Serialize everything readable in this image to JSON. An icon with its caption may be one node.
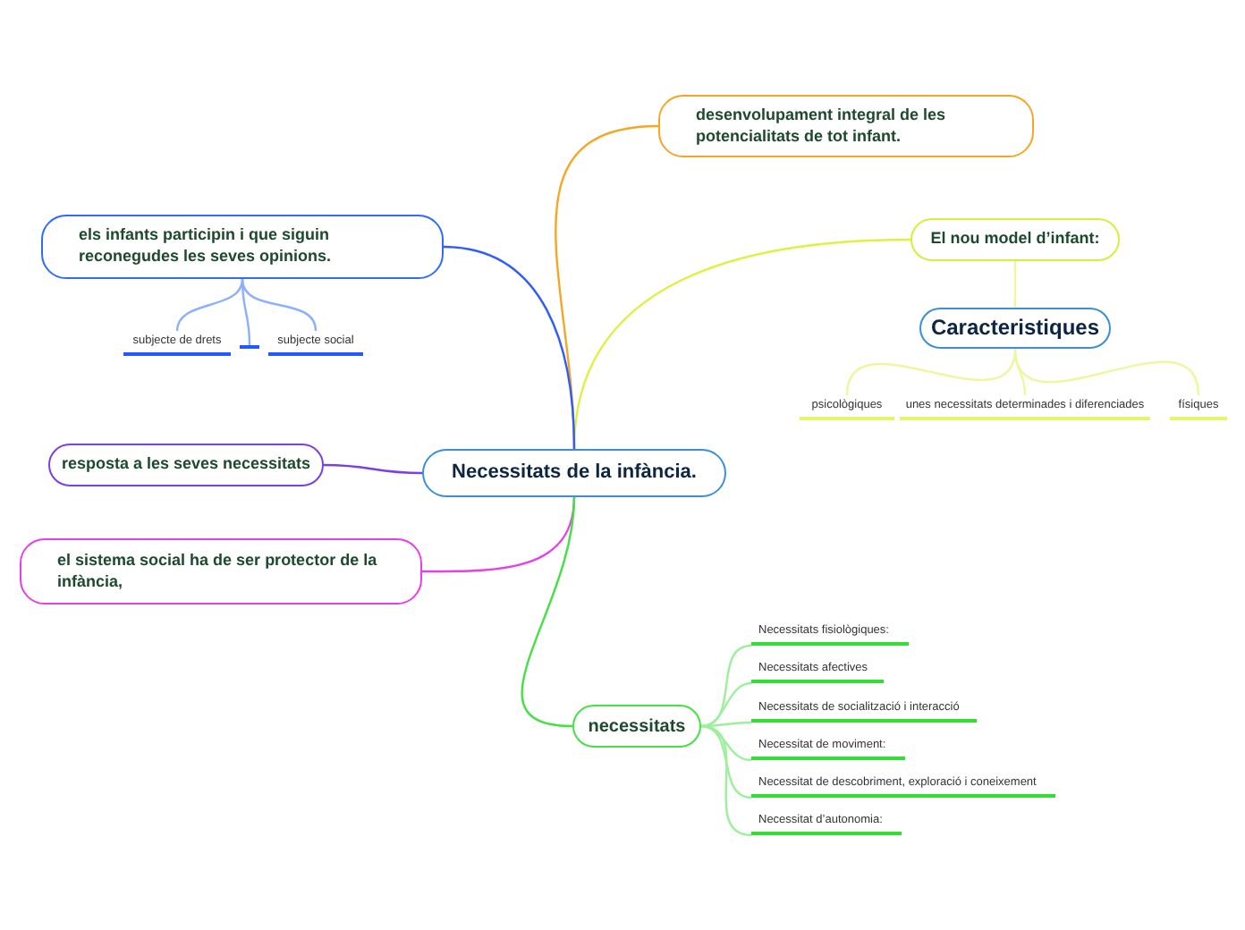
{
  "diagram": {
    "nodes": [
      {
        "text": [
          "Necessitats de la infància."
        ]
      },
      {
        "text": [
          "desenvolupament integral de les potencialitats de tot infant."
        ]
      },
      {
        "text": [
          "El nou model d’infant:"
        ]
      },
      {
        "text": [
          "Caracteristiques"
        ]
      },
      {
        "text": [
          "psicològiques"
        ]
      },
      {
        "text": [
          "unes necessitats determinades i diferenciades"
        ]
      },
      {
        "text": [
          "físiques"
        ]
      },
      {
        "text": [
          "els infants participin i que siguin reconegudes les seves opinions."
        ]
      },
      {
        "text": [
          "subjecte de drets"
        ]
      },
      {
        "text": [],
        "shape": "bar"
      },
      {
        "text": [
          "subjecte social"
        ]
      },
      {
        "text": [
          "resposta a les seves necessitats"
        ]
      },
      {
        "text": [
          "el sistema social ha de ser protector de la infància,"
        ]
      },
      {
        "text": [
          "necessitats"
        ]
      },
      {
        "text": [
          "Necessitats fisiològiques:"
        ]
      },
      {
        "text": [
          "Necessitats afectives"
        ]
      },
      {
        "text": [
          "Necessitats de socialització i interacció"
        ]
      },
      {
        "text": [
          "Necessitat de moviment:"
        ]
      },
      {
        "text": [
          "Necessitat de descobriment, exploració i coneixement"
        ]
      },
      {
        "text": [
          "Necessitat d’autonomia:"
        ]
      }
    ],
    "edges": [
      {
        "from": 0,
        "to": 1,
        "arrow": "none",
        "color": "#f5a623"
      },
      {
        "from": 0,
        "to": 2,
        "arrow": "none",
        "color": "#e0f040"
      },
      {
        "from": 2,
        "to": 3,
        "arrow": "none",
        "color": "#f0f5a0"
      },
      {
        "from": 3,
        "to": 4,
        "arrow": "none",
        "color": "#eef7a0"
      },
      {
        "from": 3,
        "to": 5,
        "arrow": "none",
        "color": "#eef7a0"
      },
      {
        "from": 3,
        "to": 6,
        "arrow": "none",
        "color": "#eef7a0"
      },
      {
        "from": 0,
        "to": 7,
        "arrow": "none",
        "color": "#2f5bff"
      },
      {
        "from": 7,
        "to": 8,
        "arrow": "none",
        "color": "#8ab0ff"
      },
      {
        "from": 7,
        "to": 9,
        "arrow": "none",
        "color": "#8ab0ff"
      },
      {
        "from": 7,
        "to": 10,
        "arrow": "none",
        "color": "#8ab0ff"
      },
      {
        "from": 0,
        "to": 11,
        "arrow": "none",
        "color": "#7b3fe4"
      },
      {
        "from": 0,
        "to": 12,
        "arrow": "none",
        "color": "#e83ee8"
      },
      {
        "from": 0,
        "to": 13,
        "arrow": "none",
        "color": "#44e044"
      },
      {
        "from": 13,
        "to": 14,
        "arrow": "none",
        "color": "#9cf09c"
      },
      {
        "from": 13,
        "to": 15,
        "arrow": "none",
        "color": "#9cf09c"
      },
      {
        "from": 13,
        "to": 16,
        "arrow": "none",
        "color": "#9cf09c"
      },
      {
        "from": 13,
        "to": 17,
        "arrow": "none",
        "color": "#9cf09c"
      },
      {
        "from": 13,
        "to": 18,
        "arrow": "none",
        "color": "#9cf09c"
      },
      {
        "from": 13,
        "to": 19,
        "arrow": "none",
        "color": "#9cf09c"
      }
    ]
  }
}
